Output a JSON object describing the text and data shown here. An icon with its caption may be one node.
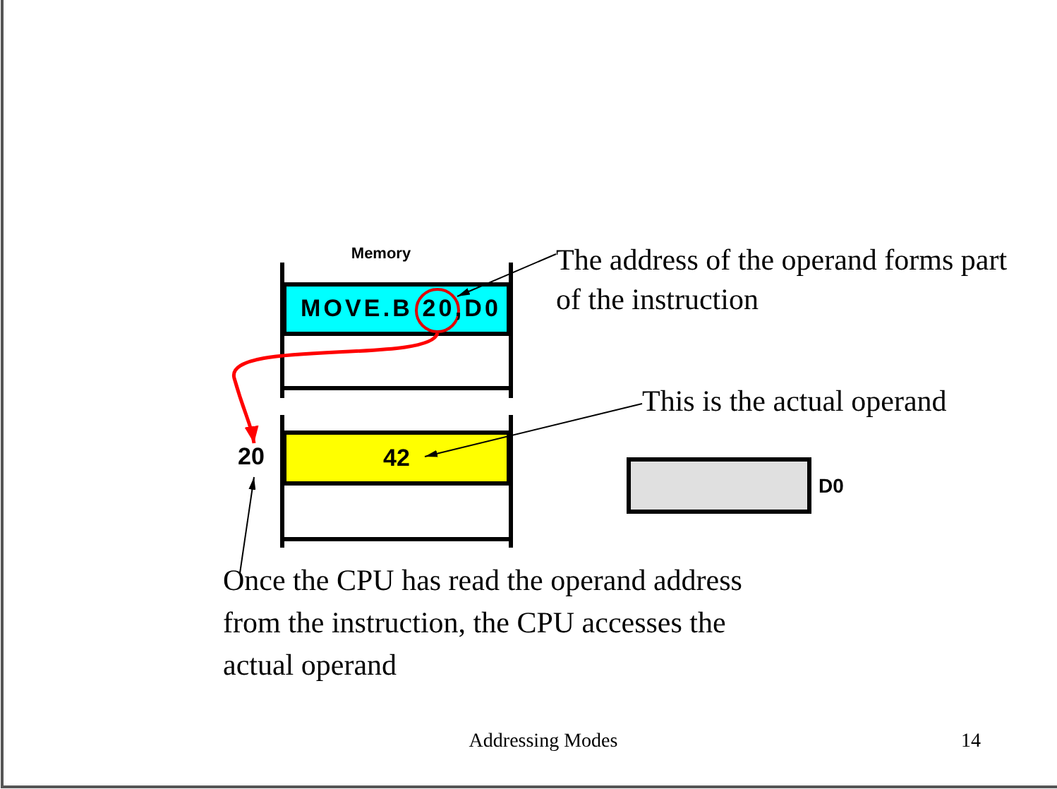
{
  "diagram": {
    "nodes": [
      {
        "text": [
          "MOVE.B 20,D0"
        ]
      },
      {
        "text": [],
        "shape": "circle",
        "in": 0
      },
      {
        "text": [
          "The address of the operand forms part of the instruction"
        ]
      },
      {
        "text": [
          "42"
        ]
      },
      {
        "text": [
          "This is the actual operand"
        ]
      },
      {
        "text": [
          "20"
        ]
      },
      {
        "text": [
          "Once the CPU has read the operand address from the instruction, the CPU accesses the actual operand"
        ]
      },
      {
        "text": [],
        "shape": "box",
        "beside": [
          "D0"
        ]
      }
    ],
    "edges": [
      {
        "from": 2,
        "to": 1,
        "arrow": "to"
      },
      {
        "from": 1,
        "to": 5,
        "arrow": "to",
        "color": "#ff0000",
        "style": "thick"
      },
      {
        "from": 4,
        "to": 3,
        "arrow": "to"
      },
      {
        "from": 6,
        "to": 5,
        "arrow": "to"
      }
    ],
    "labels": [
      "Memory",
      "Addressing Modes",
      "14"
    ]
  }
}
